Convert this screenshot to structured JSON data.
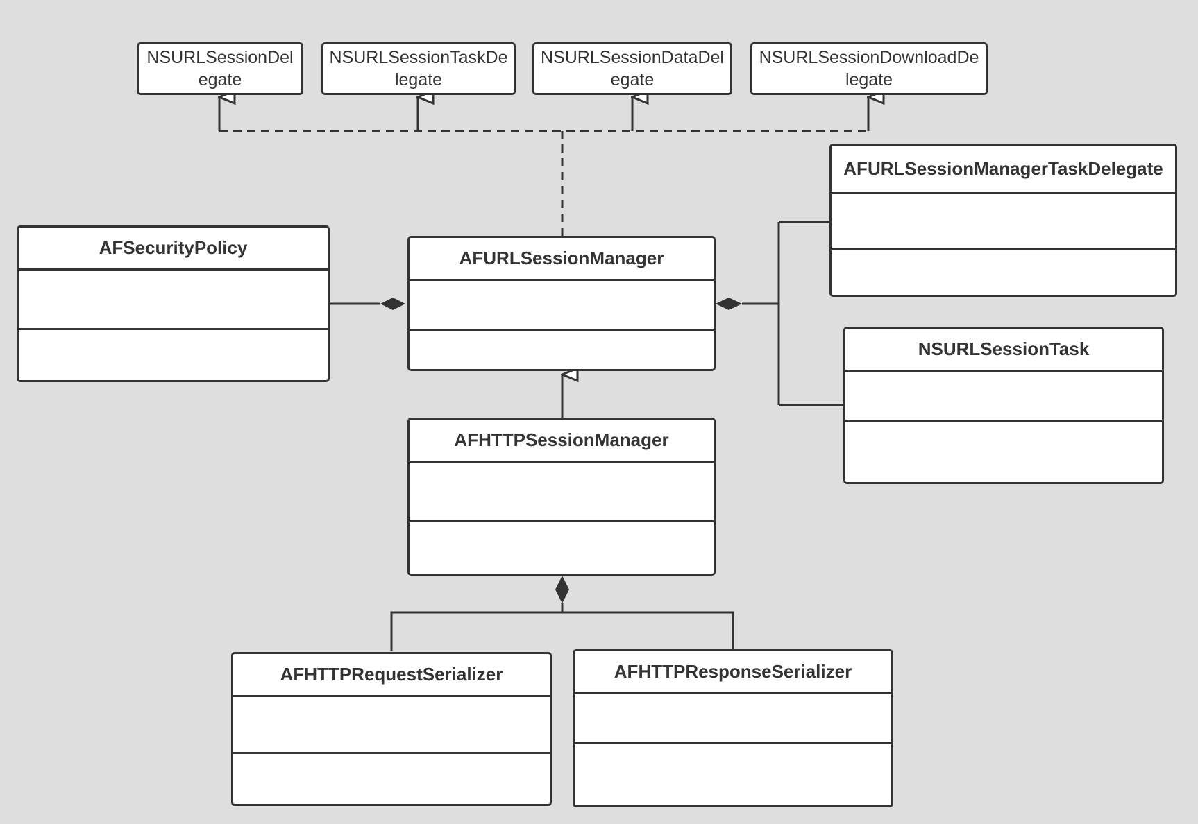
{
  "interfaces": {
    "session_delegate": "NSURLSessionDelegate",
    "task_delegate": "NSURLSessionTaskDelegate",
    "data_delegate": "NSURLSessionDataDelegate",
    "download_delegate": "NSURLSessionDownloadDelegate"
  },
  "classes": {
    "security_policy": "AFSecurityPolicy",
    "session_manager": "AFURLSessionManager",
    "task_delegate": "AFURLSessionManagerTaskDelegate",
    "session_task": "NSURLSessionTask",
    "http_session_manager": "AFHTTPSessionManager",
    "request_serializer": "AFHTTPRequestSerializer",
    "response_serializer": "AFHTTPResponseSerializer"
  },
  "relations": [
    {
      "type": "realization",
      "from": "AFURLSessionManager",
      "to": "NSURLSessionDelegate"
    },
    {
      "type": "realization",
      "from": "AFURLSessionManager",
      "to": "NSURLSessionTaskDelegate"
    },
    {
      "type": "realization",
      "from": "AFURLSessionManager",
      "to": "NSURLSessionDataDelegate"
    },
    {
      "type": "realization",
      "from": "AFURLSessionManager",
      "to": "NSURLSessionDownloadDelegate"
    },
    {
      "type": "composition",
      "whole": "AFURLSessionManager",
      "part": "AFSecurityPolicy"
    },
    {
      "type": "composition",
      "whole": "AFURLSessionManager",
      "part": "AFURLSessionManagerTaskDelegate"
    },
    {
      "type": "composition",
      "whole": "AFURLSessionManager",
      "part": "NSURLSessionTask"
    },
    {
      "type": "generalization",
      "from": "AFHTTPSessionManager",
      "to": "AFURLSessionManager"
    },
    {
      "type": "composition",
      "whole": "AFHTTPSessionManager",
      "part": "AFHTTPRequestSerializer"
    },
    {
      "type": "composition",
      "whole": "AFHTTPSessionManager",
      "part": "AFHTTPResponseSerializer"
    }
  ],
  "colors": {
    "background": "#dedede",
    "stroke": "#333333",
    "box": "#ffffff"
  }
}
